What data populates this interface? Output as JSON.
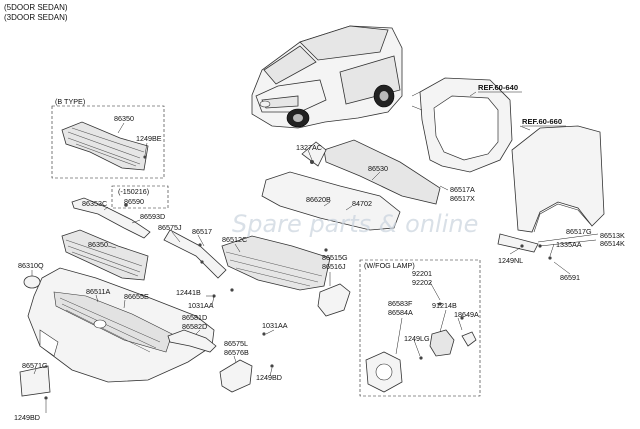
{
  "headers": {
    "line1": "(5DOOR SEDAN)",
    "line2": "(3DOOR SEDAN)"
  },
  "refs": {
    "ref1": "REF.60-640",
    "ref2": "REF.60-660"
  },
  "boxes": {
    "btype": "(B TYPE)",
    "fog": "(W/FOG LAMP)"
  },
  "watermark": "Spare parts & online",
  "parts": {
    "p86350a": "86350",
    "p1249BEa": "1249BE",
    "p150216": "(-150216)",
    "p86590": "86590",
    "p86353C": "86353C",
    "p86593D": "86593D",
    "p86350b": "86350",
    "p86575J": "86575J",
    "p86517": "86517",
    "p86512C": "86512C",
    "p86310Q": "86310Q",
    "p86511A": "86511A",
    "p86655E": "86655E",
    "p12441B": "12441B",
    "p1031AAa": "1031AA",
    "p86581D": "86581D",
    "p86582D": "86582D",
    "p86575L": "86575L",
    "p86576B": "86576B",
    "p1031AAb": "1031AA",
    "p1249BDa": "1249BD",
    "p86571G": "86571G",
    "p1249BDb": "1249BD",
    "p1327AC": "1327AC",
    "p86530": "86530",
    "p86620B": "86620B",
    "p84702": "84702",
    "p86517A": "86517A",
    "p86517X": "86517X",
    "p86515G": "86515G",
    "p86516J": "86516J",
    "p92201": "92201",
    "p92202": "92202",
    "p86583F": "86583F",
    "p86584A": "86584A",
    "p91214B": "91214B",
    "p18649A": "18649A",
    "p1249LG": "1249LG",
    "p86517G": "86517G",
    "p86513K": "86513K",
    "p86514K": "86514K",
    "p1335AA": "1335AA",
    "p1249NL": "1249NL",
    "p86591": "86591"
  }
}
